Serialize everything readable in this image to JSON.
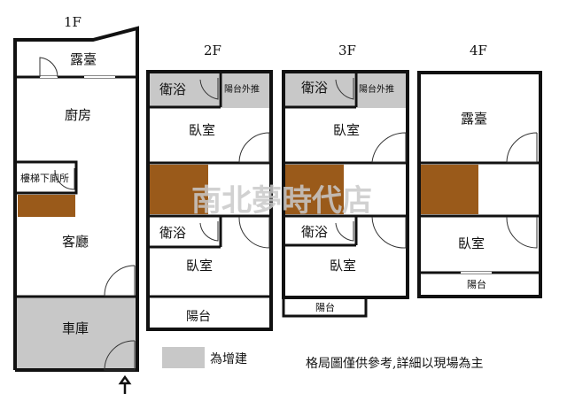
{
  "floors": {
    "f1": {
      "label": "1F",
      "rooms": {
        "terrace": "露臺",
        "kitchen": "廚房",
        "toilet": "樓梯下廁所",
        "living": "客廳",
        "garage": "車庫"
      }
    },
    "f2": {
      "label": "2F",
      "rooms": {
        "bath_top": "衛浴",
        "balcony_ext": "陽台外推",
        "bedroom_top": "臥室",
        "bath_bottom": "衛浴",
        "bedroom_bottom": "臥室",
        "balcony": "陽台"
      }
    },
    "f3": {
      "label": "3F",
      "rooms": {
        "bath_top": "衛浴",
        "balcony_ext": "陽台外推",
        "bedroom_top": "臥室",
        "bath_bottom": "衛浴",
        "bedroom_bottom": "臥室",
        "balcony": "陽台"
      }
    },
    "f4": {
      "label": "4F",
      "rooms": {
        "terrace": "露臺",
        "bedroom": "臥室",
        "balcony": "陽台"
      }
    }
  },
  "legend": {
    "label": "為增建",
    "color": "#c8c8c8"
  },
  "note": "格局圖僅供參考,詳細以現場為主",
  "watermark": "南北夢時代店",
  "colors": {
    "stair": "#9a5a1a",
    "extension": "#c8c8c8"
  }
}
